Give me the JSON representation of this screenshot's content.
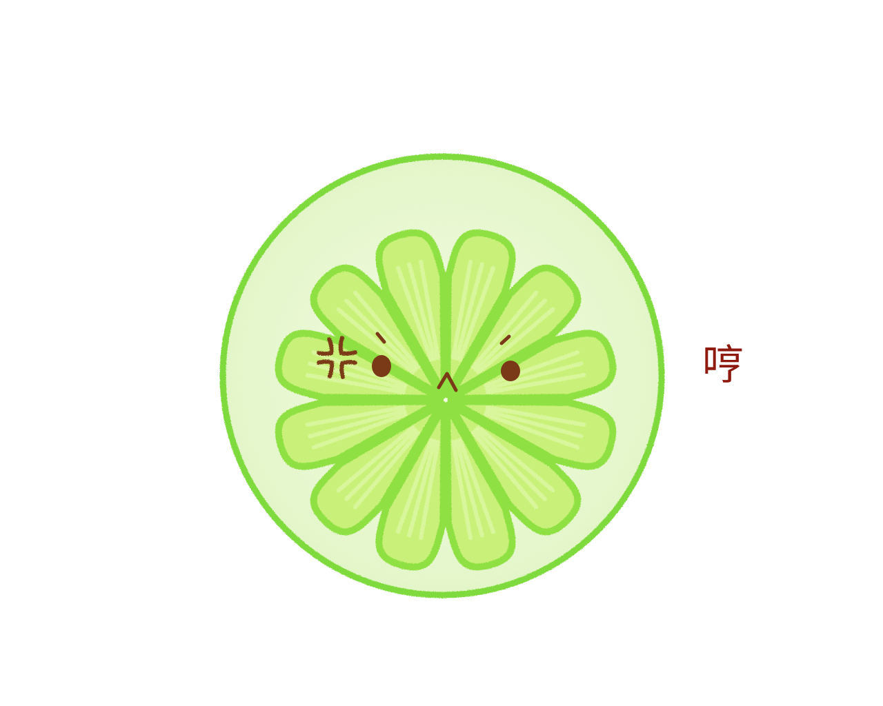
{
  "illustration": {
    "subject": "lime-slice-face",
    "expression": "annoyed",
    "colors": {
      "background": "#ffffff",
      "rind_outline": "#7fda3c",
      "rind_fill": "#e9f8d3",
      "segment_outline": "#8fe043",
      "segment_fill": "#c9f17a",
      "segment_streak": "#e8fbb8",
      "face": "#7a3a17",
      "anger_mark": "#7a3a17"
    },
    "segment_count": 12,
    "icons": [
      "anger-vein-icon",
      "left-eye",
      "right-eye",
      "frown-mouth"
    ]
  },
  "caption": {
    "text": "哼",
    "color": "#8e1a0f"
  }
}
